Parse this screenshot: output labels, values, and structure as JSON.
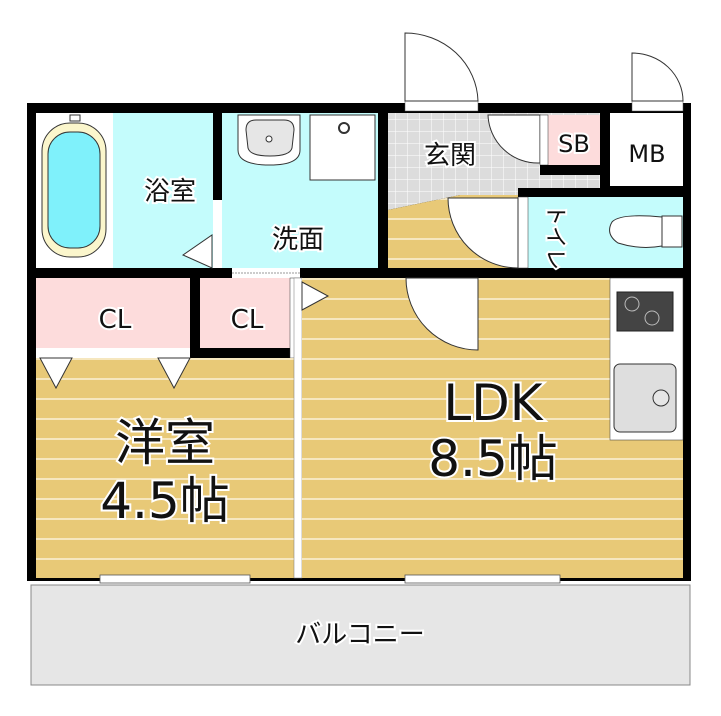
{
  "rooms": {
    "bath": "浴室",
    "washroom": "洗面",
    "entrance": "玄関",
    "shoe_box": "SB",
    "meter_box": "MB",
    "toilet": "トイレ",
    "closet_1": "CL",
    "closet_2": "CL",
    "western_room": {
      "name": "洋室",
      "size": "4.5帖"
    },
    "ldk": {
      "name": "LDK",
      "size": "8.5帖"
    },
    "balcony": "バルコニー"
  },
  "colors": {
    "wall": "#000000",
    "wood_floor": "#e8c977",
    "wet_area": "#c4fcfc",
    "closet": "#fddcdc",
    "entrance_tile": "#dcdcdc",
    "balcony": "#e6e6e6"
  }
}
